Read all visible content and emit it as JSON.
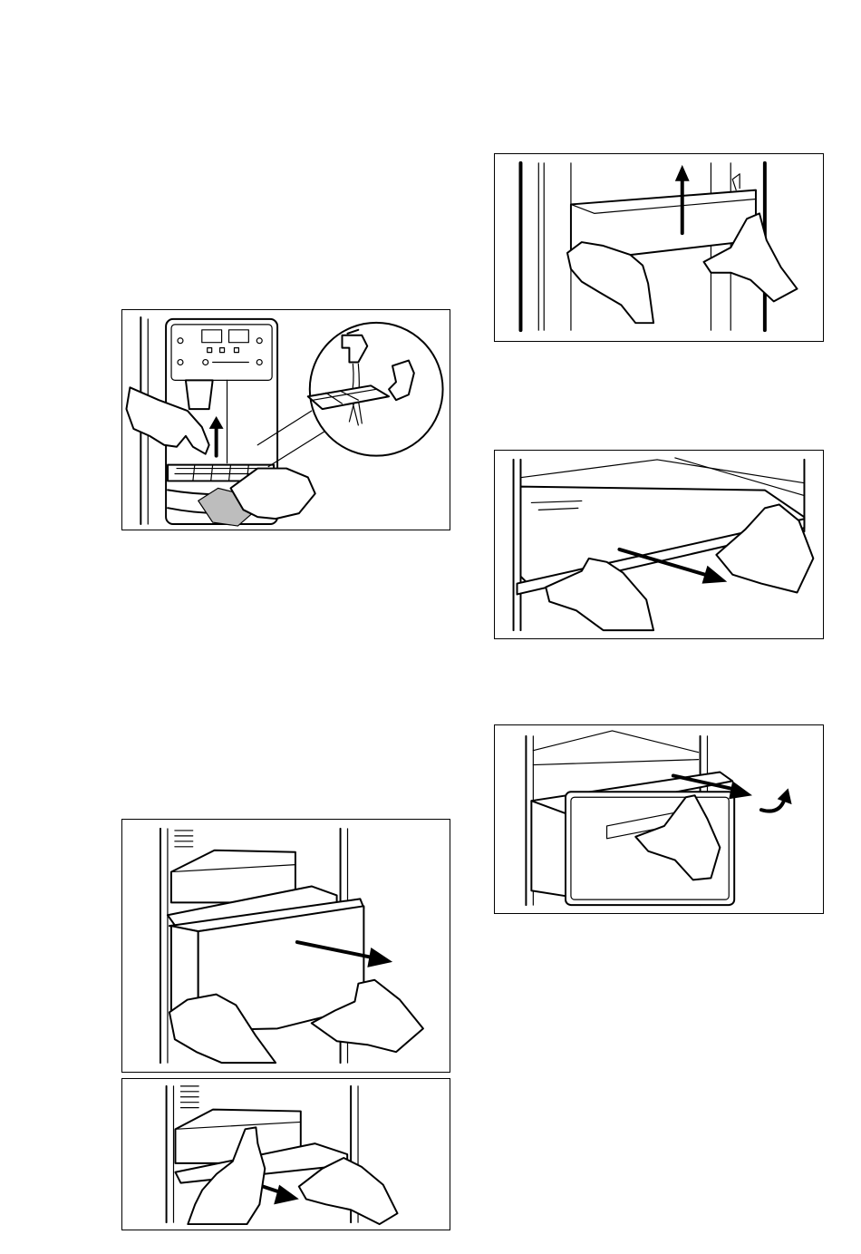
{
  "page": {
    "background": "#ffffff",
    "ink": "#000000",
    "cloth_fill": "#bdbdbd"
  },
  "figures": [
    {
      "id": "dispenser-tray-cleaning",
      "icons": [
        "hand-icon",
        "arrow-up-icon",
        "tap-icon",
        "cloth-icon",
        "water-stream-icon"
      ]
    },
    {
      "id": "door-bin-removal",
      "icons": [
        "hand-icon",
        "arrow-up-icon"
      ]
    },
    {
      "id": "glass-shelf-removal",
      "icons": [
        "hand-icon",
        "arrow-right-icon"
      ]
    },
    {
      "id": "drawer-removal",
      "icons": [
        "hand-icon",
        "arrow-right-icon",
        "curved-arrow-icon"
      ]
    },
    {
      "id": "crisper-drawer-removal",
      "icons": [
        "hand-icon",
        "arrow-right-icon"
      ]
    },
    {
      "id": "small-tray-removal",
      "icons": [
        "hand-icon",
        "arrow-right-icon"
      ]
    }
  ]
}
